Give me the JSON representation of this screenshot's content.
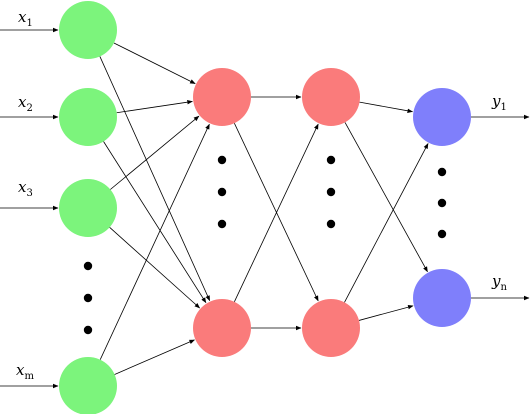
{
  "colors": {
    "input_node": "#7CF47C",
    "hidden_node": "#FA7B7B",
    "output_node": "#7F7FFB",
    "edge": "#000000"
  },
  "inputs": [
    {
      "var": "x",
      "sub": "1"
    },
    {
      "var": "x",
      "sub": "2"
    },
    {
      "var": "x",
      "sub": "3"
    },
    {
      "var": "x",
      "sub": "m"
    }
  ],
  "outputs": [
    {
      "var": "y",
      "sub": "1"
    },
    {
      "var": "y",
      "sub": "n"
    }
  ]
}
